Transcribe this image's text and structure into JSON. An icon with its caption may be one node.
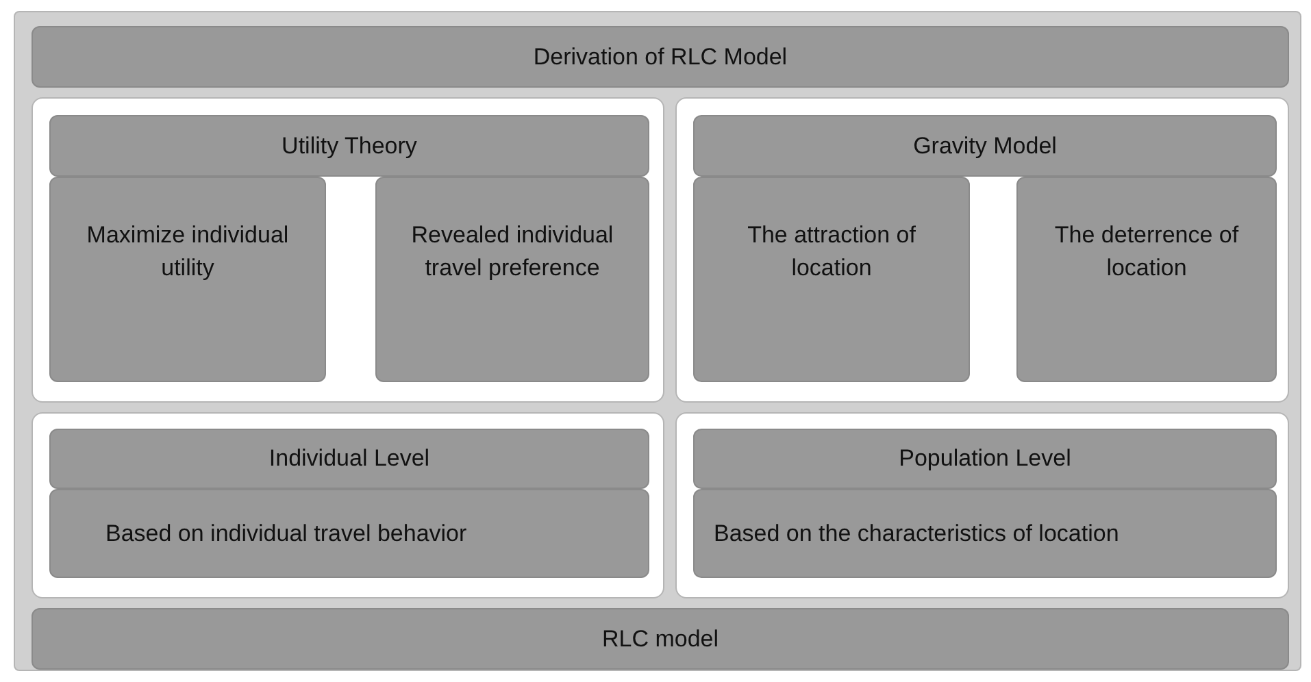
{
  "diagram": {
    "nodes": [
      {
        "text": [],
        "shape": "box"
      },
      {
        "text": [
          "Derivation of RLC Model"
        ],
        "in": 0
      },
      {
        "text": [],
        "shape": "box",
        "in": 0
      },
      {
        "text": [
          "Utility Theory"
        ],
        "in": 2
      },
      {
        "text": [
          "Maximize individual utility"
        ],
        "in": 2
      },
      {
        "text": [
          "Revealed individual travel preference"
        ],
        "in": 2
      },
      {
        "text": [],
        "shape": "box",
        "in": 0
      },
      {
        "text": [
          "Gravity Model"
        ],
        "in": 6
      },
      {
        "text": [
          "The attraction of location"
        ],
        "in": 6
      },
      {
        "text": [
          "The deterrence of location"
        ],
        "in": 6
      },
      {
        "text": [],
        "shape": "box",
        "in": 0
      },
      {
        "text": [
          "Individual Level"
        ],
        "in": 10
      },
      {
        "text": [
          "Based on individual travel behavior"
        ],
        "in": 10
      },
      {
        "text": [],
        "shape": "box",
        "in": 0
      },
      {
        "text": [
          "Population Level"
        ],
        "in": 13
      },
      {
        "text": [
          "Based on the characteristics of location"
        ],
        "in": 13
      },
      {
        "text": [
          "RLC model"
        ],
        "in": 0
      }
    ]
  }
}
